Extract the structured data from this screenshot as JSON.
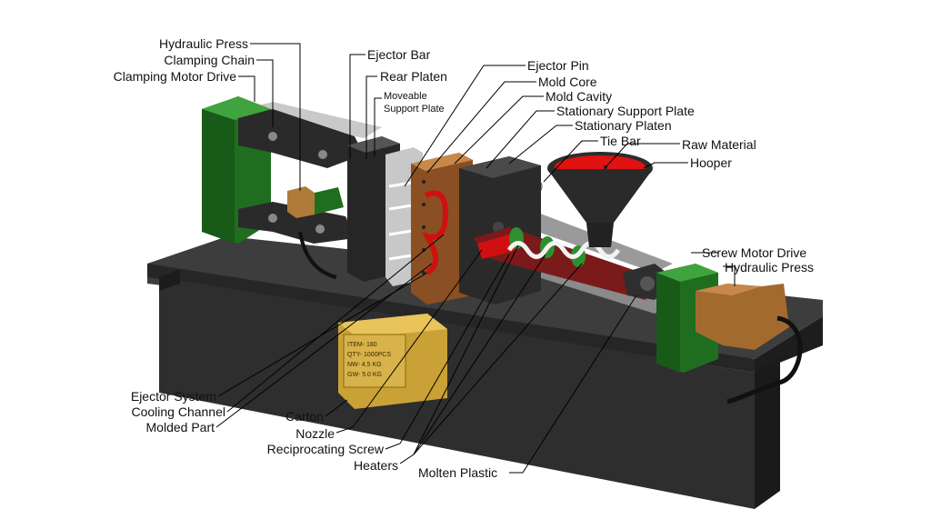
{
  "labels": {
    "hydraulic_press_left": "Hydraulic Press",
    "clamping_chain": "Clamping Chain",
    "clamping_motor_drive": "Clamping Motor Drive",
    "ejector_bar": "Ejector Bar",
    "rear_platen": "Rear Platen",
    "moveable_support_plate_1": "Moveable",
    "moveable_support_plate_2": "Support Plate",
    "ejector_pin": "Ejector Pin",
    "mold_core": "Mold Core",
    "mold_cavity": "Mold Cavity",
    "stationary_support_plate": "Stationary Support Plate",
    "stationary_platen": "Stationary Platen",
    "tie_bar": "Tie Bar",
    "raw_material": "Raw Material",
    "hooper": "Hooper",
    "screw_motor_drive": "Screw Motor Drive",
    "hydraulic_press_right": "Hydraulic Press",
    "ejector_system": "Ejector System",
    "cooling_channel": "Cooling Channel",
    "molded_part": "Molded Part",
    "carton": "Carton",
    "nozzle": "Nozzle",
    "reciprocating_screw": "Reciprocating Screw",
    "heaters": "Heaters",
    "molten_plastic": "Molten Plastic"
  },
  "carton_label": {
    "line1": "ITEM- 180",
    "line2": "QTY- 1000PCS",
    "line3": "NW- 4.5 KG",
    "line4": "GW- 5.0 KG"
  },
  "colors": {
    "base": "#2b2b2b",
    "base_top": "#3a3a3a",
    "green": "#1f6e1f",
    "green_light": "#2f8f2f",
    "copper": "#a36a2e",
    "molten": "#d01010",
    "carton": "#d4a93a",
    "leader": "#000000"
  }
}
